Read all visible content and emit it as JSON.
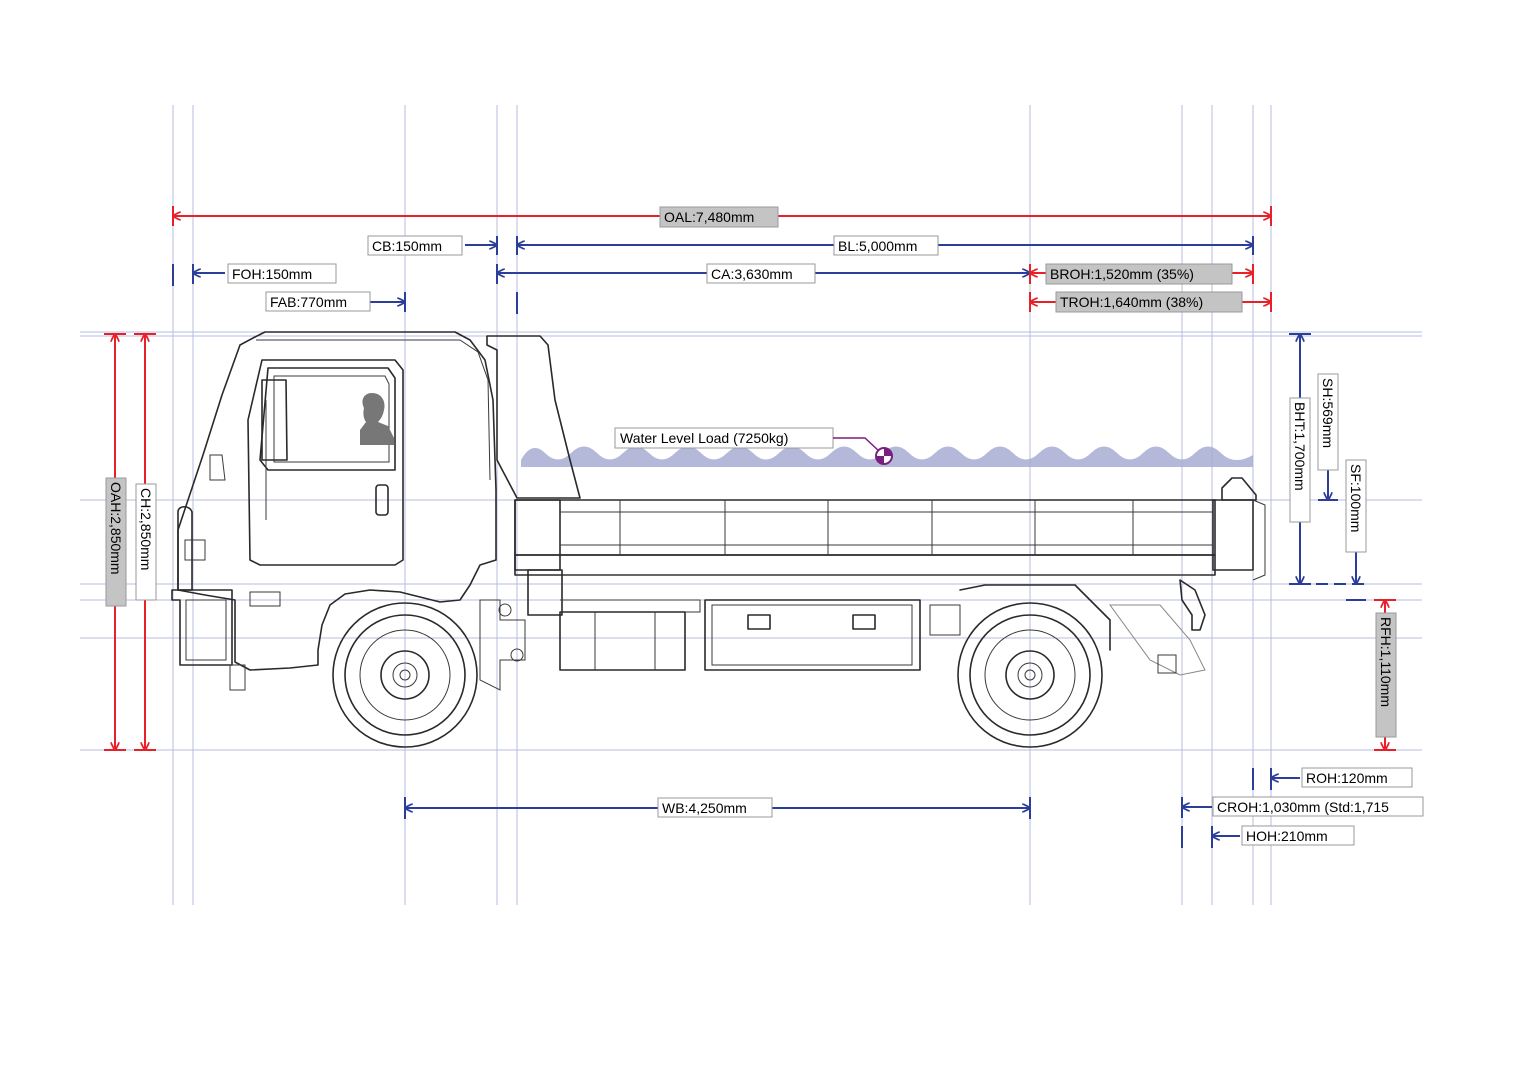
{
  "colors": {
    "red_dimension": "#e8202a",
    "blue_dimension": "#2b3f9a",
    "guide_line": "#b7bddf",
    "water": "#a7acd2",
    "load_marker": "#7a1f7f",
    "truck_outline": "#2a2a2a"
  },
  "dimensions": {
    "oal": "OAL:7,480mm",
    "cb": "CB:150mm",
    "bl": "BL:5,000mm",
    "foh": "FOH:150mm",
    "ca": "CA:3,630mm",
    "broh": "BROH:1,520mm (35%)",
    "fab": "FAB:770mm",
    "troh": "TROH:1,640mm (38%)",
    "wb": "WB:4,250mm",
    "roh": "ROH:120mm",
    "croh": "CROH:1,030mm (Std:1,715",
    "hoh": "HOH:210mm",
    "oah": "OAH:2,850mm",
    "ch": "CH:2,850mm",
    "sh": "SH:569mm",
    "bht": "BHT:1,700mm",
    "sf": "SF:100mm",
    "rfh": "RFH:1,110mm"
  },
  "load_label": "Water Level Load (7250kg)",
  "icons": {
    "load_marker": "center-of-gravity-icon",
    "driver": "driver-silhouette-icon"
  }
}
